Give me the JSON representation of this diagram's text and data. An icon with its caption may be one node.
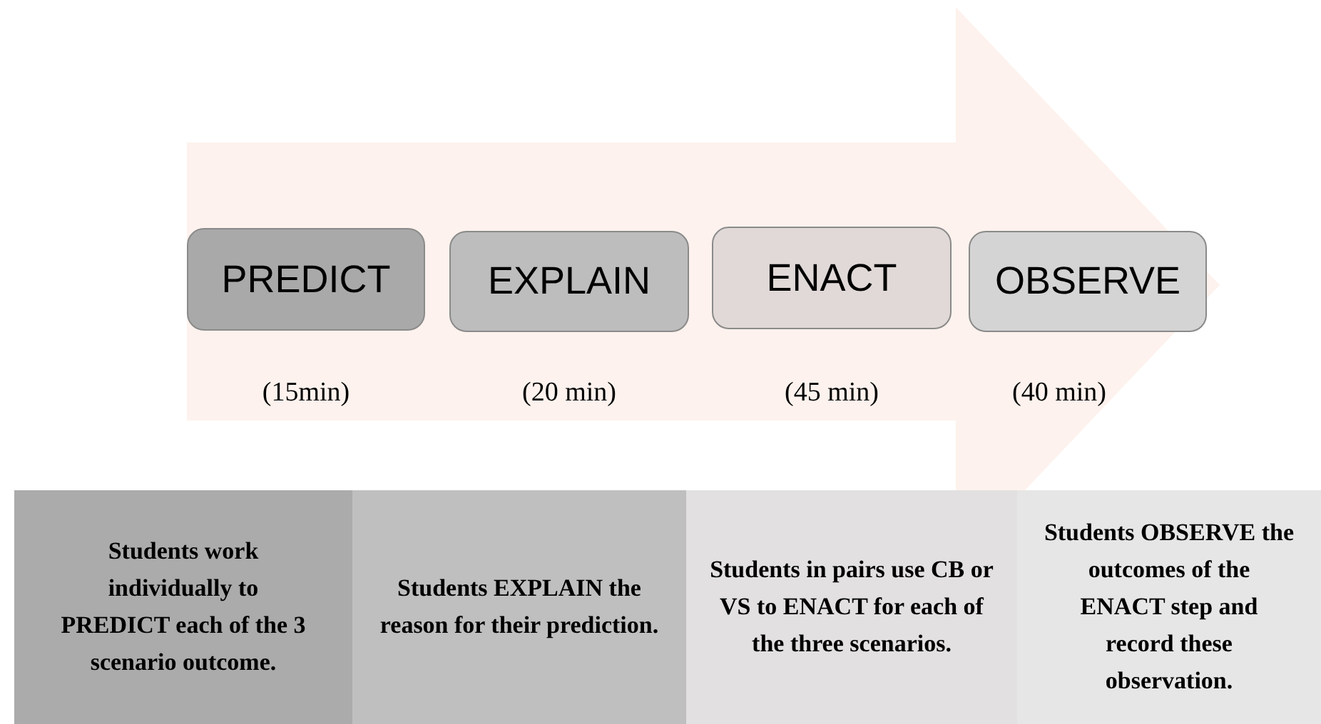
{
  "diagram": {
    "nodes": [
      {
        "text": [],
        "shape": "arrow"
      },
      {
        "text": [
          "PREDICT"
        ],
        "beside": [
          "(15min)"
        ],
        "in": 0
      },
      {
        "text": [
          "EXPLAIN"
        ],
        "beside": [
          "(20 min)"
        ],
        "in": 0
      },
      {
        "text": [
          "ENACT"
        ],
        "beside": [
          "(45 min)"
        ],
        "in": 0
      },
      {
        "text": [
          "OBSERVE"
        ],
        "beside": [
          "(40 min)"
        ],
        "in": 0
      },
      {
        "text": [
          "Students work individually to PREDICT each of the 3 scenario outcome."
        ]
      },
      {
        "text": [
          "Students EXPLAIN the reason for their prediction."
        ]
      },
      {
        "text": [
          "Students in pairs use CB or VS to ENACT for each of the three scenarios."
        ]
      },
      {
        "text": [
          "Students OBSERVE the outcomes of the ENACT step and record these observation."
        ]
      }
    ]
  }
}
